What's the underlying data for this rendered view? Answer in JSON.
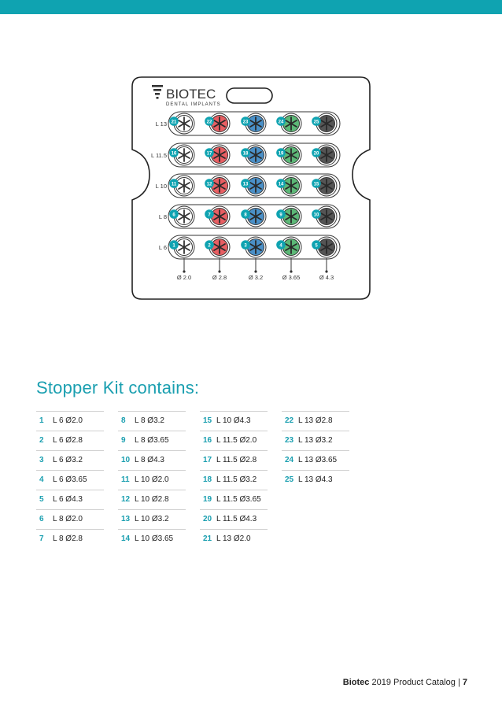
{
  "brand": {
    "name": "BIOTEC",
    "tagline": "DENTAL IMPLANTS"
  },
  "tray": {
    "row_labels": [
      "L 13",
      "L 11.5",
      "L 10",
      "L 8",
      "L 6"
    ],
    "column_labels": [
      "Ø 2.0",
      "Ø 2.8",
      "Ø 3.2",
      "Ø 3.65",
      "Ø 4.3"
    ],
    "column_colors": [
      "#ffffff",
      "#e85f63",
      "#4a90c8",
      "#5cb877",
      "#555555"
    ],
    "badge_numbers": [
      [
        "21",
        "22",
        "23",
        "24",
        "25"
      ],
      [
        "16",
        "17",
        "18",
        "19",
        "20"
      ],
      [
        "11",
        "12",
        "13",
        "14",
        "15"
      ],
      [
        "6",
        "7",
        "8",
        "9",
        "10"
      ],
      [
        "1",
        "2",
        "3",
        "4",
        "5"
      ]
    ]
  },
  "section_title": "Stopper Kit contains:",
  "kit_items": [
    {
      "num": "1",
      "label": "L 6 Ø2.0"
    },
    {
      "num": "2",
      "label": "L 6 Ø2.8"
    },
    {
      "num": "3",
      "label": "L 6 Ø3.2"
    },
    {
      "num": "4",
      "label": "L 6 Ø3.65"
    },
    {
      "num": "5",
      "label": "L 6 Ø4.3"
    },
    {
      "num": "6",
      "label": "L 8 Ø2.0"
    },
    {
      "num": "7",
      "label": "L 8 Ø2.8"
    },
    {
      "num": "8",
      "label": "L 8 Ø3.2"
    },
    {
      "num": "9",
      "label": "L 8 Ø3.65"
    },
    {
      "num": "10",
      "label": "L 8 Ø4.3"
    },
    {
      "num": "11",
      "label": "L 10 Ø2.0"
    },
    {
      "num": "12",
      "label": "L 10 Ø2.8"
    },
    {
      "num": "13",
      "label": "L 10 Ø3.2"
    },
    {
      "num": "14",
      "label": "L 10 Ø3.65"
    },
    {
      "num": "15",
      "label": "L 10 Ø4.3"
    },
    {
      "num": "16",
      "label": "L 11.5 Ø2.0"
    },
    {
      "num": "17",
      "label": "L 11.5 Ø2.8"
    },
    {
      "num": "18",
      "label": "L 11.5 Ø3.2"
    },
    {
      "num": "19",
      "label": "L 11.5 Ø3.65"
    },
    {
      "num": "20",
      "label": "L 11.5 Ø4.3"
    },
    {
      "num": "21",
      "label": "L 13 Ø2.0"
    },
    {
      "num": "22",
      "label": "L 13 Ø2.8"
    },
    {
      "num": "23",
      "label": "L 13 Ø3.2"
    },
    {
      "num": "24",
      "label": "L 13 Ø3.65"
    },
    {
      "num": "25",
      "label": "L 13 Ø4.3"
    }
  ],
  "footer": {
    "brand": "Biotec",
    "text": "2019 Product Catalog",
    "separator": "|",
    "page": "7"
  },
  "colors": {
    "accent": "#0fa3b1",
    "title": "#1a9fb0"
  }
}
